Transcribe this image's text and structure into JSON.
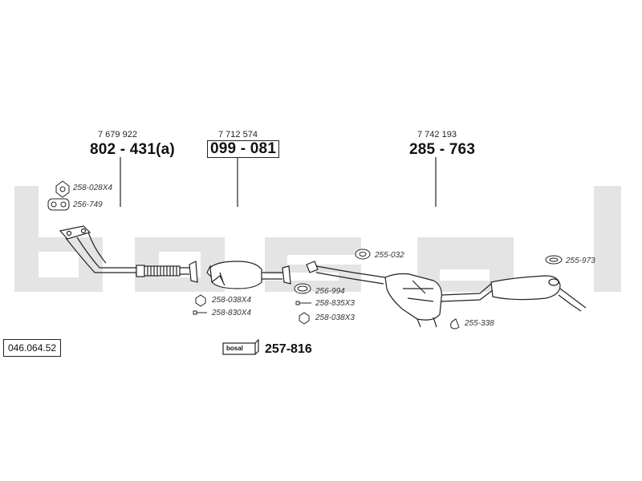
{
  "watermark": {
    "text": "bosal",
    "color": "#e3e3e3"
  },
  "catalog_number": "046.064.52",
  "main_parts": [
    {
      "oe": "7 679 922",
      "number": "802 - 431(a)",
      "boxed": false
    },
    {
      "oe": "7 712 574",
      "number": "099 - 081",
      "boxed": true
    },
    {
      "oe": "7 742 193",
      "number": "285 - 763",
      "boxed": false
    }
  ],
  "fittings": [
    {
      "code": "258-028X4",
      "icon": "nut-icon"
    },
    {
      "code": "256-749",
      "icon": "flange-gasket-icon"
    },
    {
      "code": "258-038X4",
      "icon": "nut-icon"
    },
    {
      "code": "258-830X4",
      "icon": "bolt-icon"
    },
    {
      "code": "255-032",
      "icon": "rubber-mount-icon"
    },
    {
      "code": "256-994",
      "icon": "ring-gasket-icon"
    },
    {
      "code": "258-835X3",
      "icon": "bolt-icon"
    },
    {
      "code": "258-038X3",
      "icon": "nut-icon"
    },
    {
      "code": "255-338",
      "icon": "clamp-icon"
    },
    {
      "code": "255-973",
      "icon": "rubber-mount-icon"
    }
  ],
  "kit": {
    "badge_text": "bosal",
    "number": "257-816"
  }
}
